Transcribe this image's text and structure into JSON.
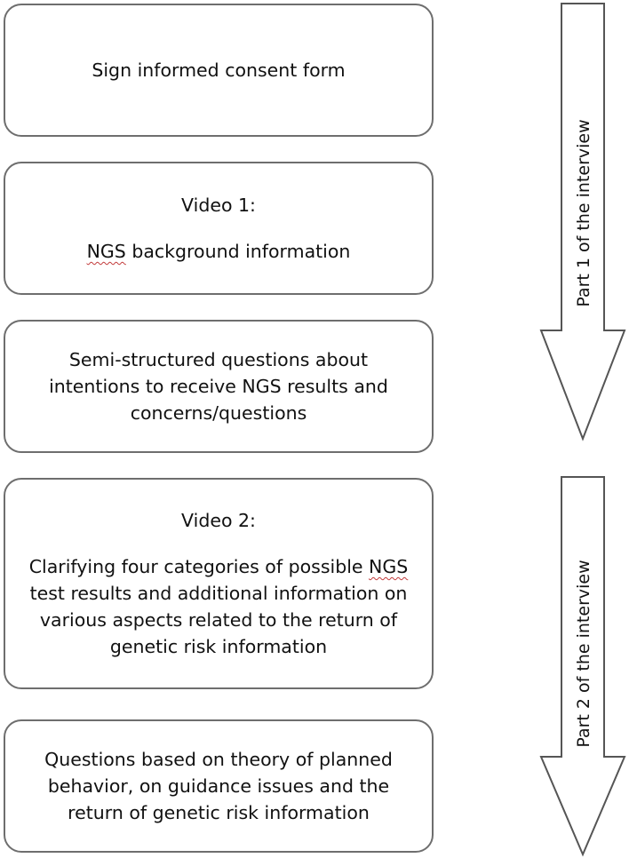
{
  "steps": [
    {
      "lines": [
        "Sign informed consent form"
      ]
    },
    {
      "heading": "Video 1:",
      "lines_pre": "",
      "acronym": "NGS",
      "lines_post": " background information"
    },
    {
      "lines": [
        "Semi-structured questions about",
        "intentions to receive NGS results and",
        "concerns/questions"
      ]
    },
    {
      "heading": "Video 2:",
      "line1_pre": "Clarifying four categories of possible ",
      "acronym": "NGS",
      "lines": [
        "test results and additional information on",
        "various aspects related to the return of",
        "genetic risk information"
      ]
    },
    {
      "lines": [
        "Questions based on theory of planned",
        "behavior, on guidance issues and the",
        "return of genetic risk information"
      ]
    }
  ],
  "arrows": [
    {
      "label": "Part 1 of the  interview"
    },
    {
      "label": "Part 2 of the interview"
    }
  ]
}
